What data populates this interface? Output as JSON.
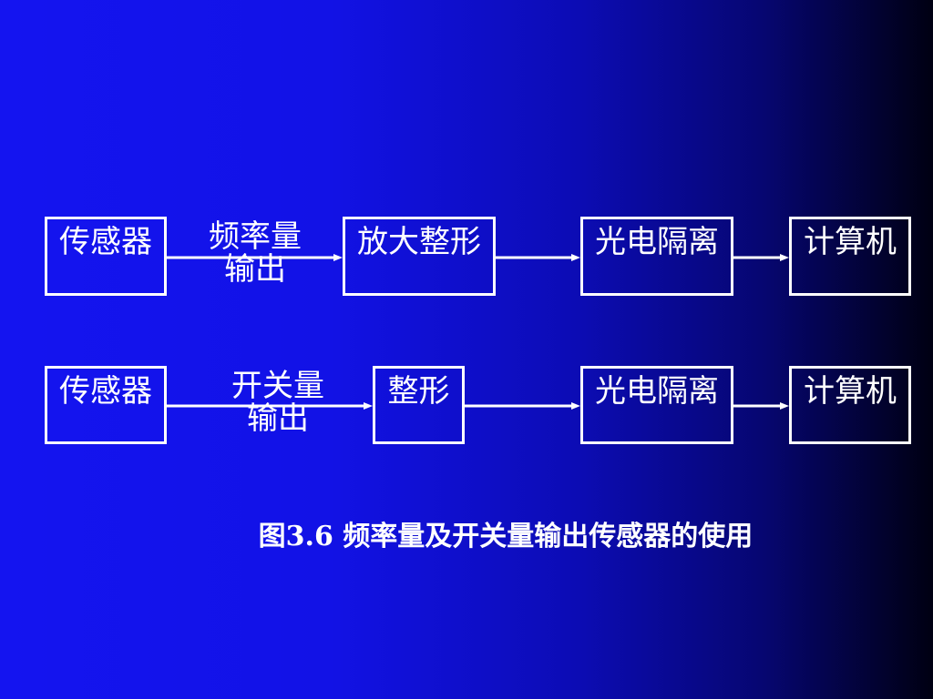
{
  "row1": {
    "sensor": "传感器",
    "signal_line1": "频率量",
    "signal_line2": "输出",
    "amplify": "放大整形",
    "isolation": "光电隔离",
    "computer": "计算机"
  },
  "row2": {
    "sensor": "传感器",
    "signal_line1": "开关量",
    "signal_line2": "输出",
    "shaping": "整形",
    "isolation": "光电隔离",
    "computer": "计算机"
  },
  "caption": "图3.6 频率量及开关量输出传感器的使用",
  "colors": {
    "background_start": "#1414f0",
    "background_end": "#000012",
    "foreground": "#ffffff"
  }
}
